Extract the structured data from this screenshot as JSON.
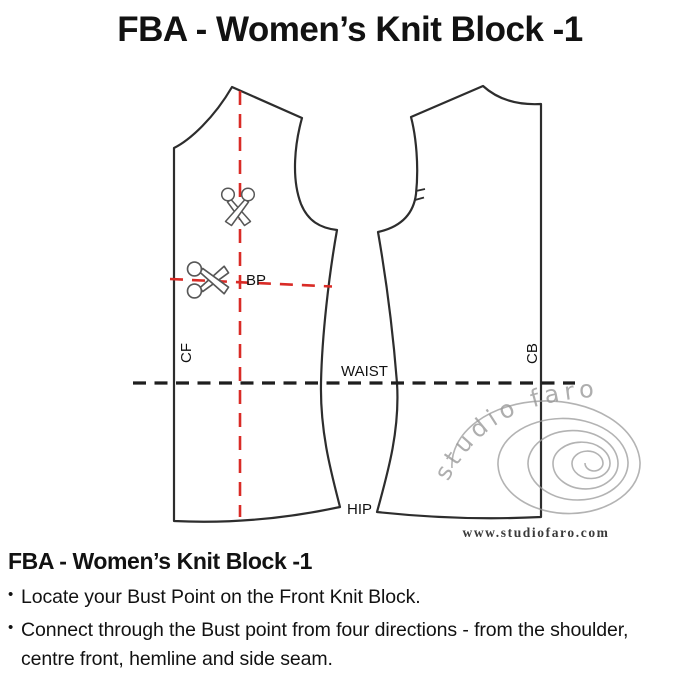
{
  "title": "FBA - Women’s Knit Block -1",
  "diagram": {
    "labels": {
      "bp": "BP",
      "cf": "CF",
      "cb": "CB",
      "waist": "WAIST",
      "hip": "HIP"
    },
    "icons": {
      "scissors_upper": "scissors-icon",
      "scissors_lower": "scissors-icon"
    },
    "watermark": {
      "brand": "studio faro",
      "url": "www.studiofaro.com"
    },
    "colors": {
      "outline": "#2d2d2d",
      "guide_red": "#d92b26",
      "waist_black": "#1e1e1e",
      "watermark_gray": "#9a9a9a"
    }
  },
  "notes": {
    "heading": "FBA - Women’s Knit Block -1",
    "bullet_char": "•",
    "bullets": [
      "Locate your Bust Point on the Front Knit Block.",
      "Connect through the Bust point from four directions - from the shoulder, centre front, hemline and side seam."
    ]
  }
}
